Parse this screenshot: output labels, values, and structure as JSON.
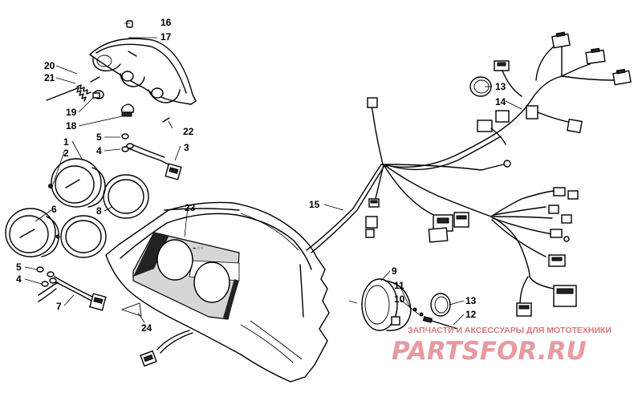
{
  "callouts": [
    {
      "id": "16",
      "label": "16"
    },
    {
      "id": "17",
      "label": "17"
    },
    {
      "id": "20",
      "label": "20"
    },
    {
      "id": "21",
      "label": "21"
    },
    {
      "id": "19",
      "label": "19"
    },
    {
      "id": "18",
      "label": "18"
    },
    {
      "id": "22",
      "label": "22"
    },
    {
      "id": "5a",
      "label": "5"
    },
    {
      "id": "4a",
      "label": "4"
    },
    {
      "id": "3",
      "label": "3"
    },
    {
      "id": "1",
      "label": "1"
    },
    {
      "id": "2",
      "label": "2"
    },
    {
      "id": "8",
      "label": "8"
    },
    {
      "id": "6",
      "label": "6"
    },
    {
      "id": "23",
      "label": "23"
    },
    {
      "id": "5b",
      "label": "5"
    },
    {
      "id": "4b",
      "label": "4"
    },
    {
      "id": "7",
      "label": "7"
    },
    {
      "id": "24",
      "label": "24"
    },
    {
      "id": "13a",
      "label": "13"
    },
    {
      "id": "14",
      "label": "14"
    },
    {
      "id": "15",
      "label": "15"
    },
    {
      "id": "9",
      "label": "9"
    },
    {
      "id": "11",
      "label": "11"
    },
    {
      "id": "10",
      "label": "10"
    },
    {
      "id": "13b",
      "label": "13"
    },
    {
      "id": "12",
      "label": "12"
    }
  ],
  "watermark": {
    "tagline": "ЗАПЧАСТИ И АКСЕССУАРЫ ДЛЯ МОТОТЕХНИКИ",
    "logo": "PARTSFOR.RU",
    "color": "#e08a90"
  }
}
